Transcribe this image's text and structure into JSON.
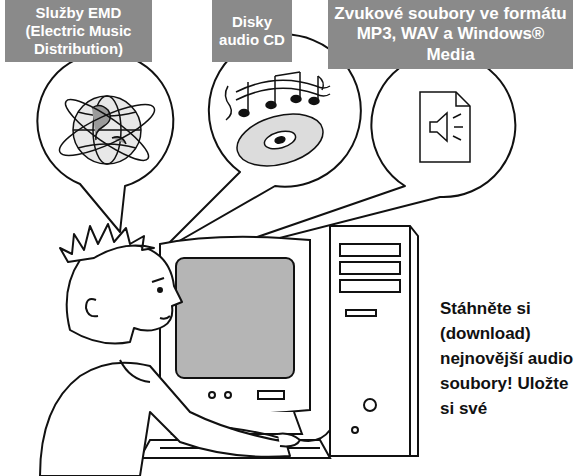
{
  "diagram": {
    "nodes": [
      {
        "text": [
          "Služby EMD (Electric Music Distribution)"
        ]
      },
      {
        "text": [
          "Disky audio CD"
        ]
      },
      {
        "text": [
          "Zvukové soubory ve formátu MP3, WAV a Windows® Media"
        ]
      }
    ],
    "labels": [
      "Stáhněte si (download) nejnovější audio soubory! Uložte si své"
    ]
  }
}
